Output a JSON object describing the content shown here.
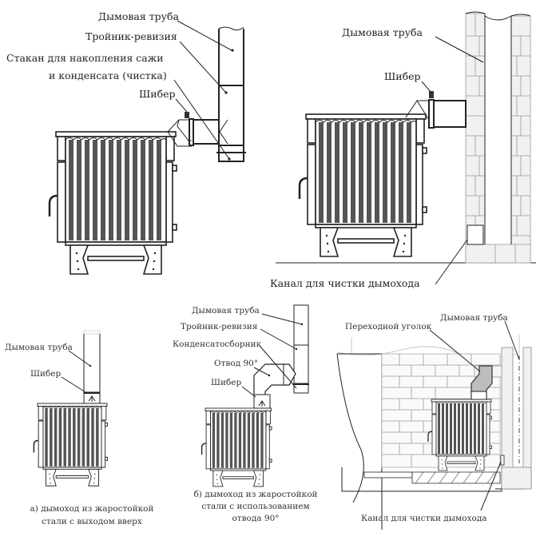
{
  "diagram": {
    "top_left": {
      "labels": {
        "chimney_pipe": "Дымовая труба",
        "tee_revision": "Тройник-ревизия",
        "soot_cup_line1": "Стакан для накопления сажи",
        "soot_cup_line2": "и конденсата (чистка)",
        "damper": "Шибер"
      }
    },
    "top_right": {
      "labels": {
        "chimney_pipe": "Дымовая труба",
        "damper": "Шибер",
        "cleaning_channel": "Канал для чистки дымохода"
      }
    },
    "bottom_left": {
      "labels": {
        "chimney_pipe": "Дымовая труба",
        "damper": "Шибер"
      },
      "caption_line1": "а) дымоход из жаростойкой",
      "caption_line2": "стали с выходом вверх"
    },
    "bottom_middle": {
      "labels": {
        "chimney_pipe": "Дымовая труба",
        "tee_revision": "Тройник-ревизия",
        "condensate_collector": "Конденсатосборник",
        "bend_90": "Отвод 90°",
        "damper": "Шибер"
      },
      "caption_line1": "б) дымоход из жаростойкой",
      "caption_line2": "стали с использованием",
      "caption_line3": "отвода 90°"
    },
    "bottom_right": {
      "labels": {
        "transition_elbow": "Переходной уголок",
        "chimney_pipe": "Дымовая труба",
        "cleaning_channel": "Канал для чистки дымохода"
      }
    }
  }
}
